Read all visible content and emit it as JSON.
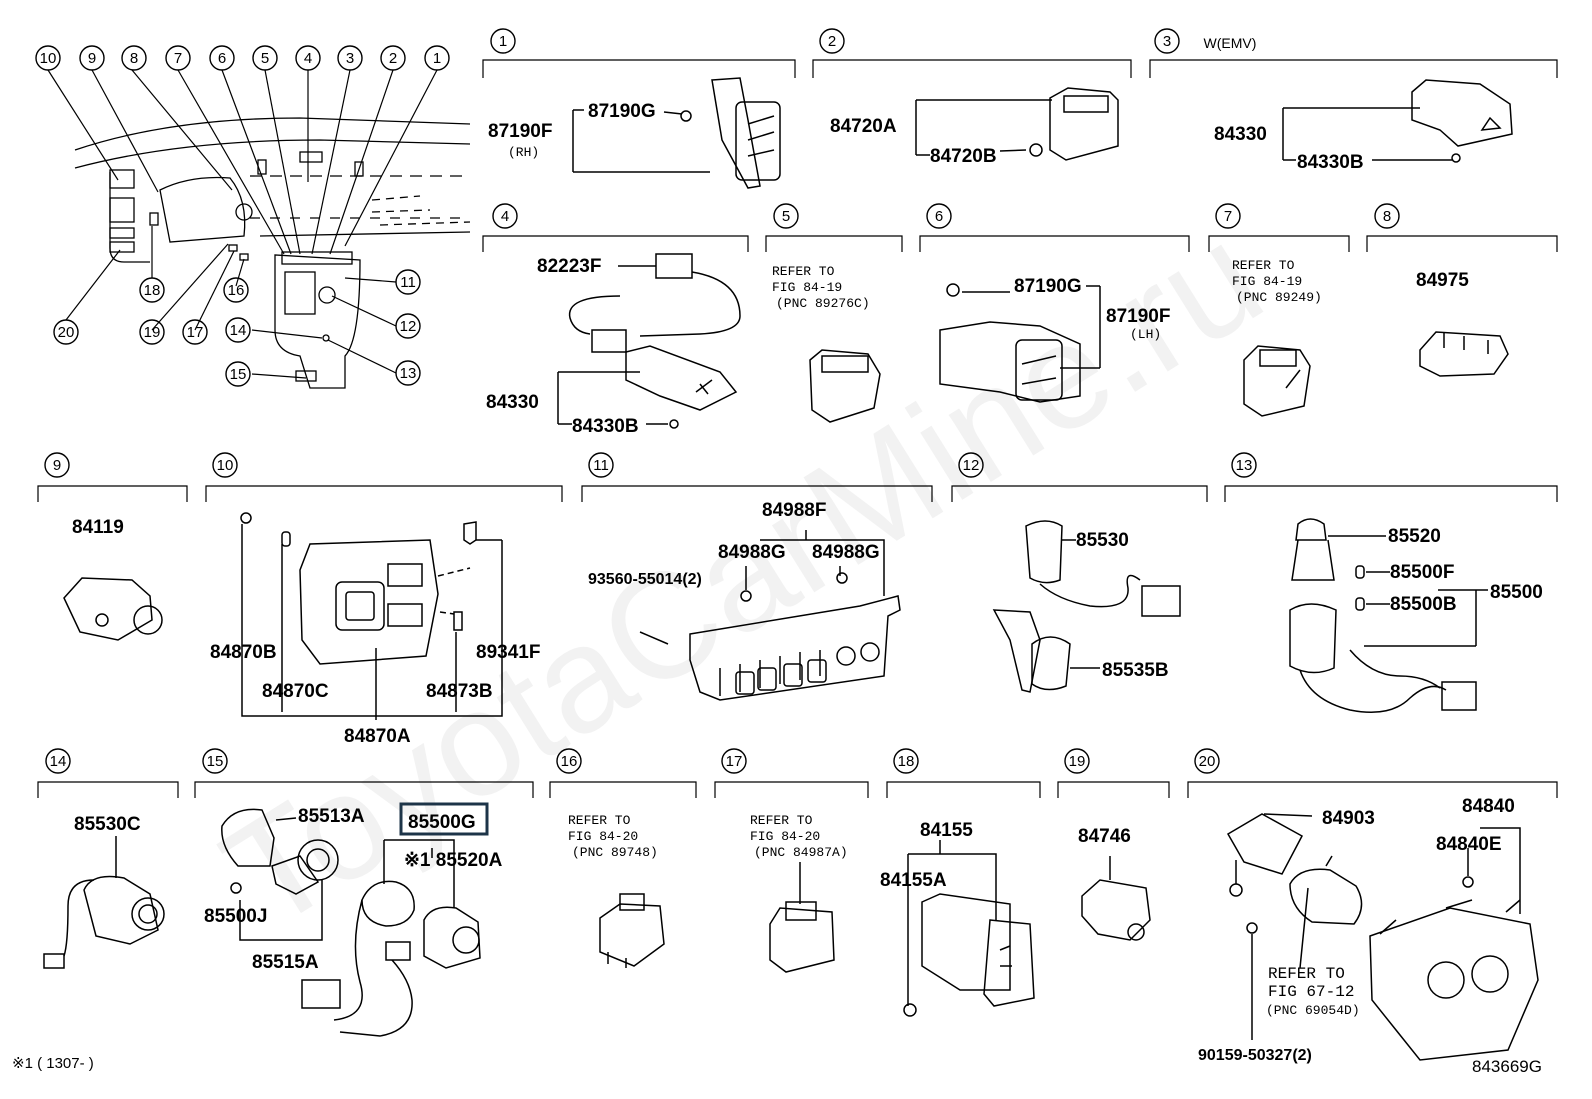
{
  "diagram_id": "843669G",
  "footnote": "※1 ( 1307- )",
  "watermark": "ToyotaCarMine.ru",
  "overview_callouts": [
    "10",
    "9",
    "8",
    "7",
    "6",
    "5",
    "4",
    "3",
    "2",
    "1",
    "11",
    "12",
    "13",
    "14",
    "15",
    "16",
    "17",
    "18",
    "19",
    "20"
  ],
  "sections": [
    {
      "num": "1",
      "parts": [
        "87190F",
        "87190G"
      ],
      "note": "(RH)"
    },
    {
      "num": "2",
      "parts": [
        "84720A",
        "84720B"
      ]
    },
    {
      "num": "3",
      "title": "W(EMV)",
      "parts": [
        "84330",
        "84330B"
      ]
    },
    {
      "num": "4",
      "parts": [
        "82223F",
        "84330",
        "84330B"
      ]
    },
    {
      "num": "5",
      "refer": [
        "REFER TO",
        "FIG 84-19",
        "(PNC 89276C)"
      ]
    },
    {
      "num": "6",
      "parts": [
        "87190G",
        "87190F"
      ],
      "note": "(LH)"
    },
    {
      "num": "7",
      "refer": [
        "REFER TO",
        "FIG 84-19",
        "(PNC 89249)"
      ]
    },
    {
      "num": "8",
      "parts": [
        "84975"
      ]
    },
    {
      "num": "9",
      "parts": [
        "84119"
      ]
    },
    {
      "num": "10",
      "parts": [
        "84870B",
        "84870C",
        "84870A",
        "84873B",
        "89341F"
      ]
    },
    {
      "num": "11",
      "parts": [
        "84988F",
        "84988G",
        "84988G",
        "93560-55014(2)"
      ]
    },
    {
      "num": "12",
      "parts": [
        "85530",
        "85535B"
      ]
    },
    {
      "num": "13",
      "parts": [
        "85520",
        "85500F",
        "85500B",
        "85500"
      ]
    },
    {
      "num": "14",
      "parts": [
        "85530C"
      ]
    },
    {
      "num": "15",
      "parts": [
        "85513A",
        "85500G",
        "※1 85520A",
        "85500J",
        "85515A"
      ]
    },
    {
      "num": "16",
      "refer": [
        "REFER TO",
        "FIG 84-20",
        "(PNC 89748)"
      ]
    },
    {
      "num": "17",
      "refer": [
        "REFER TO",
        "FIG 84-20",
        "(PNC 84987A)"
      ]
    },
    {
      "num": "18",
      "parts": [
        "84155",
        "84155A"
      ]
    },
    {
      "num": "19",
      "parts": [
        "84746"
      ]
    },
    {
      "num": "20",
      "parts": [
        "84903",
        "84840",
        "84840E",
        "90159-50327(2)"
      ],
      "refer": [
        "REFER TO",
        "FIG 67-12",
        "(PNC 69054D)"
      ]
    }
  ],
  "highlight": "85500G"
}
